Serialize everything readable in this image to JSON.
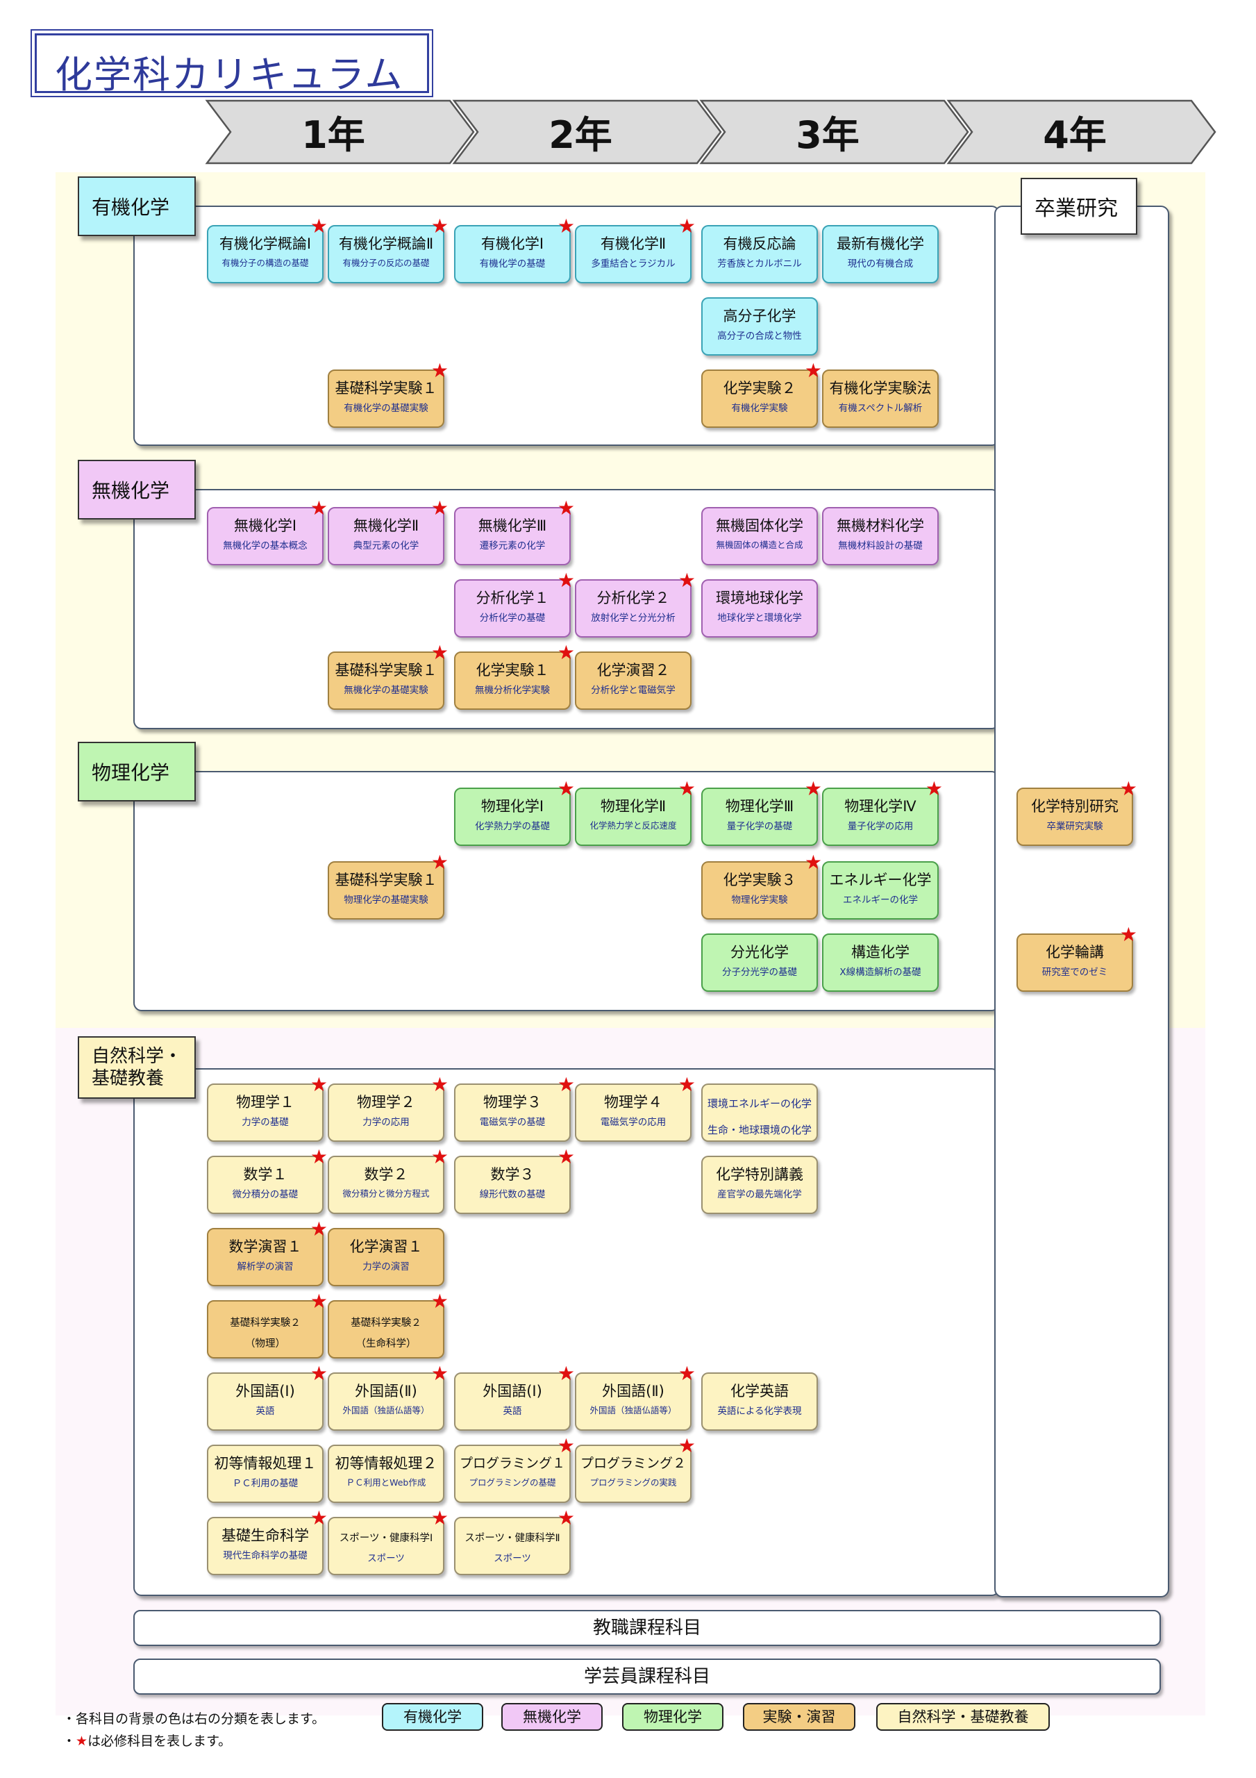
{
  "title": "化学科カリキュラム",
  "years": [
    "1年",
    "2年",
    "3年",
    "4年"
  ],
  "categories": {
    "organic": "有機化学",
    "inorganic": "無機化学",
    "physical": "物理化学",
    "general": "自然科学・\n基礎教養",
    "thesis": "卒業研究"
  },
  "courses": [
    {
      "name": "有機化学概論Ⅰ",
      "desc": "有機分子の構造の基礎",
      "type": "org",
      "req": true
    },
    {
      "name": "有機化学概論Ⅱ",
      "desc": "有機分子の反応の基礎",
      "type": "org",
      "req": true
    },
    {
      "name": "有機化学Ⅰ",
      "desc": "有機化学の基礎",
      "type": "org",
      "req": true
    },
    {
      "name": "有機化学Ⅱ",
      "desc": "多重結合とラジカル",
      "type": "org",
      "req": true
    },
    {
      "name": "有機反応論",
      "desc": "芳香族とカルボニル",
      "type": "org",
      "req": false
    },
    {
      "name": "最新有機化学",
      "desc": "現代の有機合成",
      "type": "org",
      "req": false
    },
    {
      "name": "高分子化学",
      "desc": "高分子の合成と物性",
      "type": "org",
      "req": false
    },
    {
      "name": "基礎科学実験１",
      "desc": "有機化学の基礎実験",
      "type": "exp",
      "req": true
    },
    {
      "name": "化学実験２",
      "desc": "有機化学実験",
      "type": "exp",
      "req": true
    },
    {
      "name": "有機化学実験法",
      "desc": "有機スペクトル解析",
      "type": "exp",
      "req": false
    },
    {
      "name": "無機化学Ⅰ",
      "desc": "無機化学の基本概念",
      "type": "inorg",
      "req": true
    },
    {
      "name": "無機化学Ⅱ",
      "desc": "典型元素の化学",
      "type": "inorg",
      "req": true
    },
    {
      "name": "無機化学Ⅲ",
      "desc": "遷移元素の化学",
      "type": "inorg",
      "req": true
    },
    {
      "name": "無機固体化学",
      "desc": "無機固体の構造と合成",
      "type": "inorg",
      "req": false
    },
    {
      "name": "無機材料化学",
      "desc": "無機材料設計の基礎",
      "type": "inorg",
      "req": false
    },
    {
      "name": "分析化学１",
      "desc": "分析化学の基礎",
      "type": "inorg",
      "req": true
    },
    {
      "name": "分析化学２",
      "desc": "放射化学と分光分析",
      "type": "inorg",
      "req": true
    },
    {
      "name": "環境地球化学",
      "desc": "地球化学と環境化学",
      "type": "inorg",
      "req": false
    },
    {
      "name": "基礎科学実験１",
      "desc": "無機化学の基礎実験",
      "type": "exp",
      "req": true
    },
    {
      "name": "化学実験１",
      "desc": "無機分析化学実験",
      "type": "exp",
      "req": true
    },
    {
      "name": "化学演習２",
      "desc": "分析化学と電磁気学",
      "type": "exp",
      "req": false
    },
    {
      "name": "物理化学Ⅰ",
      "desc": "化学熱力学の基礎",
      "type": "phys",
      "req": true
    },
    {
      "name": "物理化学Ⅱ",
      "desc": "化学熱力学と反応速度",
      "type": "phys",
      "req": true
    },
    {
      "name": "物理化学Ⅲ",
      "desc": "量子化学の基礎",
      "type": "phys",
      "req": true
    },
    {
      "name": "物理化学Ⅳ",
      "desc": "量子化学の応用",
      "type": "phys",
      "req": true
    },
    {
      "name": "基礎科学実験１",
      "desc": "物理化学の基礎実験",
      "type": "exp",
      "req": true
    },
    {
      "name": "化学実験３",
      "desc": "物理化学実験",
      "type": "exp",
      "req": true
    },
    {
      "name": "エネルギー化学",
      "desc": "エネルギーの化学",
      "type": "phys",
      "req": false
    },
    {
      "name": "分光化学",
      "desc": "分子分光学の基礎",
      "type": "phys",
      "req": false
    },
    {
      "name": "構造化学",
      "desc": "X線構造解析の基礎",
      "type": "phys",
      "req": false
    },
    {
      "name": "化学特別研究",
      "desc": "卒業研究実験",
      "type": "exp",
      "req": true
    },
    {
      "name": "化学輪講",
      "desc": "研究室でのゼミ",
      "type": "exp",
      "req": true
    },
    {
      "name": "物理学１",
      "desc": "力学の基礎",
      "type": "gen",
      "req": true
    },
    {
      "name": "物理学２",
      "desc": "力学の応用",
      "type": "gen",
      "req": true
    },
    {
      "name": "物理学３",
      "desc": "電磁気学の基礎",
      "type": "gen",
      "req": true
    },
    {
      "name": "物理学４",
      "desc": "電磁気学の応用",
      "type": "gen",
      "req": true
    },
    {
      "name": "環境エネルギーの化学",
      "desc": "",
      "desc2": "生命・地球環境の化学",
      "type": "gen",
      "req": false
    },
    {
      "name": "数学１",
      "desc": "微分積分の基礎",
      "type": "gen",
      "req": true
    },
    {
      "name": "数学２",
      "desc": "微分積分と微分方程式",
      "type": "gen",
      "req": true
    },
    {
      "name": "数学３",
      "desc": "線形代数の基礎",
      "type": "gen",
      "req": true
    },
    {
      "name": "化学特別講義",
      "desc": "産官学の最先端化学",
      "type": "gen",
      "req": false
    },
    {
      "name": "数学演習１",
      "desc": "解析学の演習",
      "type": "exp",
      "req": true
    },
    {
      "name": "化学演習１",
      "desc": "力学の演習",
      "type": "exp",
      "req": false
    },
    {
      "name": "基礎科学実験２\n（物理）",
      "desc": "",
      "type": "exp",
      "req": true
    },
    {
      "name": "基礎科学実験２\n（生命科学）",
      "desc": "",
      "type": "exp",
      "req": true
    },
    {
      "name": "外国語(Ⅰ)",
      "desc": "英語",
      "type": "gen",
      "req": true
    },
    {
      "name": "外国語(Ⅱ)",
      "desc": "外国語（独語仏語等）",
      "type": "gen",
      "req": true
    },
    {
      "name": "外国語(Ⅰ)",
      "desc": "英語",
      "type": "gen",
      "req": true
    },
    {
      "name": "外国語(Ⅱ)",
      "desc": "外国語（独語仏語等）",
      "type": "gen",
      "req": true
    },
    {
      "name": "化学英語",
      "desc": "英語による化学表現",
      "type": "gen",
      "req": false
    },
    {
      "name": "初等情報処理１",
      "desc": "ＰＣ利用の基礎",
      "type": "gen",
      "req": false
    },
    {
      "name": "初等情報処理２",
      "desc": "ＰＣ利用とWeb作成",
      "type": "gen",
      "req": false
    },
    {
      "name": "プログラミング１",
      "desc": "プログラミングの基礎",
      "type": "gen",
      "req": true
    },
    {
      "name": "プログラミング２",
      "desc": "プログラミングの実践",
      "type": "gen",
      "req": true
    },
    {
      "name": "基礎生命科学",
      "desc": "現代生命科学の基礎",
      "type": "gen",
      "req": true
    },
    {
      "name": "スポーツ・健康科学Ⅰ",
      "desc": "スポーツ",
      "type": "gen",
      "req": true
    },
    {
      "name": "スポーツ・健康科学Ⅱ",
      "desc": "スポーツ",
      "type": "gen",
      "req": true
    }
  ],
  "bars": {
    "teaching": "教職課程科目",
    "curator": "学芸員課程科目"
  },
  "notes": {
    "line1": "・各科目の背景の色は右の分類を表します。",
    "line2_prefix": "・",
    "line2_star": "★",
    "line2_suffix": "は必修科目を表します。"
  },
  "legend": [
    "有機化学",
    "無機化学",
    "物理化学",
    "実験・演習",
    "自然科学・基礎教養"
  ],
  "colors": {
    "org": "#b4f4fb",
    "inorg": "#f1c8f6",
    "phys": "#bff5b2",
    "exp": "#f3cd84",
    "gen": "#fdf3c2",
    "star": "#e01010",
    "title": "#2e3a9a",
    "year_band": "#dcdcdc",
    "band_yellow": "#fffde6",
    "band_pink": "#fdf6fb"
  }
}
